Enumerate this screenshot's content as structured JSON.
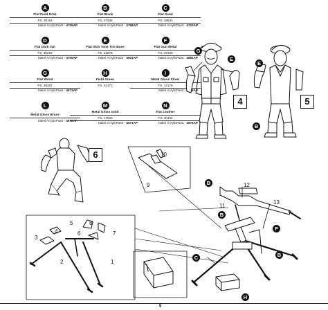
{
  "paints": [
    {
      "letter": "A",
      "name": "Flat Field Drab",
      "fs": "FS. 30118",
      "italeri": "Italeri AcrylicPaint -",
      "code": "4709AP"
    },
    {
      "letter": "B",
      "name": "Flat Black",
      "fs": "FS. 37038",
      "italeri": "Italeri AcrylicPaint -",
      "code": "4768AP"
    },
    {
      "letter": "C",
      "name": "Flat Sand",
      "fs": "FS. 33531",
      "italeri": "Italeri AcrylicPaint -",
      "code": "4720AP"
    },
    {
      "letter": "D",
      "name": "Flat Dark Tan",
      "fs": "FS. 30219",
      "italeri": "Italeri AcrylicPaint -",
      "code": "4705AP"
    },
    {
      "letter": "E",
      "name": "Flat Skin Tone Tint Base",
      "fs": "FS. 31575",
      "italeri": "Italeri AcrylicPaint -",
      "code": "4601AP"
    },
    {
      "letter": "F",
      "name": "Flat Gun Metal",
      "fs": "FS. 37200",
      "italeri": "Italeri AcrylicPaint -",
      "code": "4681AP"
    },
    {
      "letter": "G",
      "name": "Flat Wood",
      "fs": "FS. 30257",
      "italeri": "Italeri AcrylicPaint -",
      "code": "4673AP"
    },
    {
      "letter": "H",
      "name": "Field Green",
      "fs": "FS. 34172",
      "italeri": "",
      "code": ""
    },
    {
      "letter": "I",
      "name": "Metal Gloss Silver",
      "fs": "FS. 17178",
      "italeri": "Italeri AcrylicPaint -",
      "code": "4678AP"
    },
    {
      "letter": "L",
      "name": "Metal Gloss Brass",
      "fs": "",
      "italeri": "Italeri AcrylicPaint -",
      "code": "4672AP"
    },
    {
      "letter": "M",
      "name": "Metal Gloss Gold",
      "fs": "FS. 17043",
      "italeri": "Italeri AcrylicPaint -",
      "code": "4671AP"
    },
    {
      "letter": "N",
      "name": "Flat Leather",
      "fs": "FS. 30100",
      "italeri": "Italeri AcrylicPaint -",
      "code": "4674AP"
    }
  ],
  "steps": {
    "s4": "4",
    "s5": "5",
    "s6": "6"
  },
  "callouts": {
    "fig4_g": "G",
    "fig4_e": "E",
    "fig5_e": "E",
    "fig5_b": "B",
    "mg_b1": "B",
    "mg_b2": "B",
    "mg_f": "F",
    "mg_b3": "B",
    "mg_c": "C",
    "mg_h": "H"
  },
  "part_numbers": {
    "p10": "10",
    "p9": "9",
    "p12": "12",
    "p11": "11",
    "p13": "13",
    "p3": "3",
    "p4": "4",
    "p5": "5",
    "p8": "8",
    "p6": "6",
    "p7": "7",
    "p2": "2",
    "p1": "1"
  },
  "page_number": "9"
}
